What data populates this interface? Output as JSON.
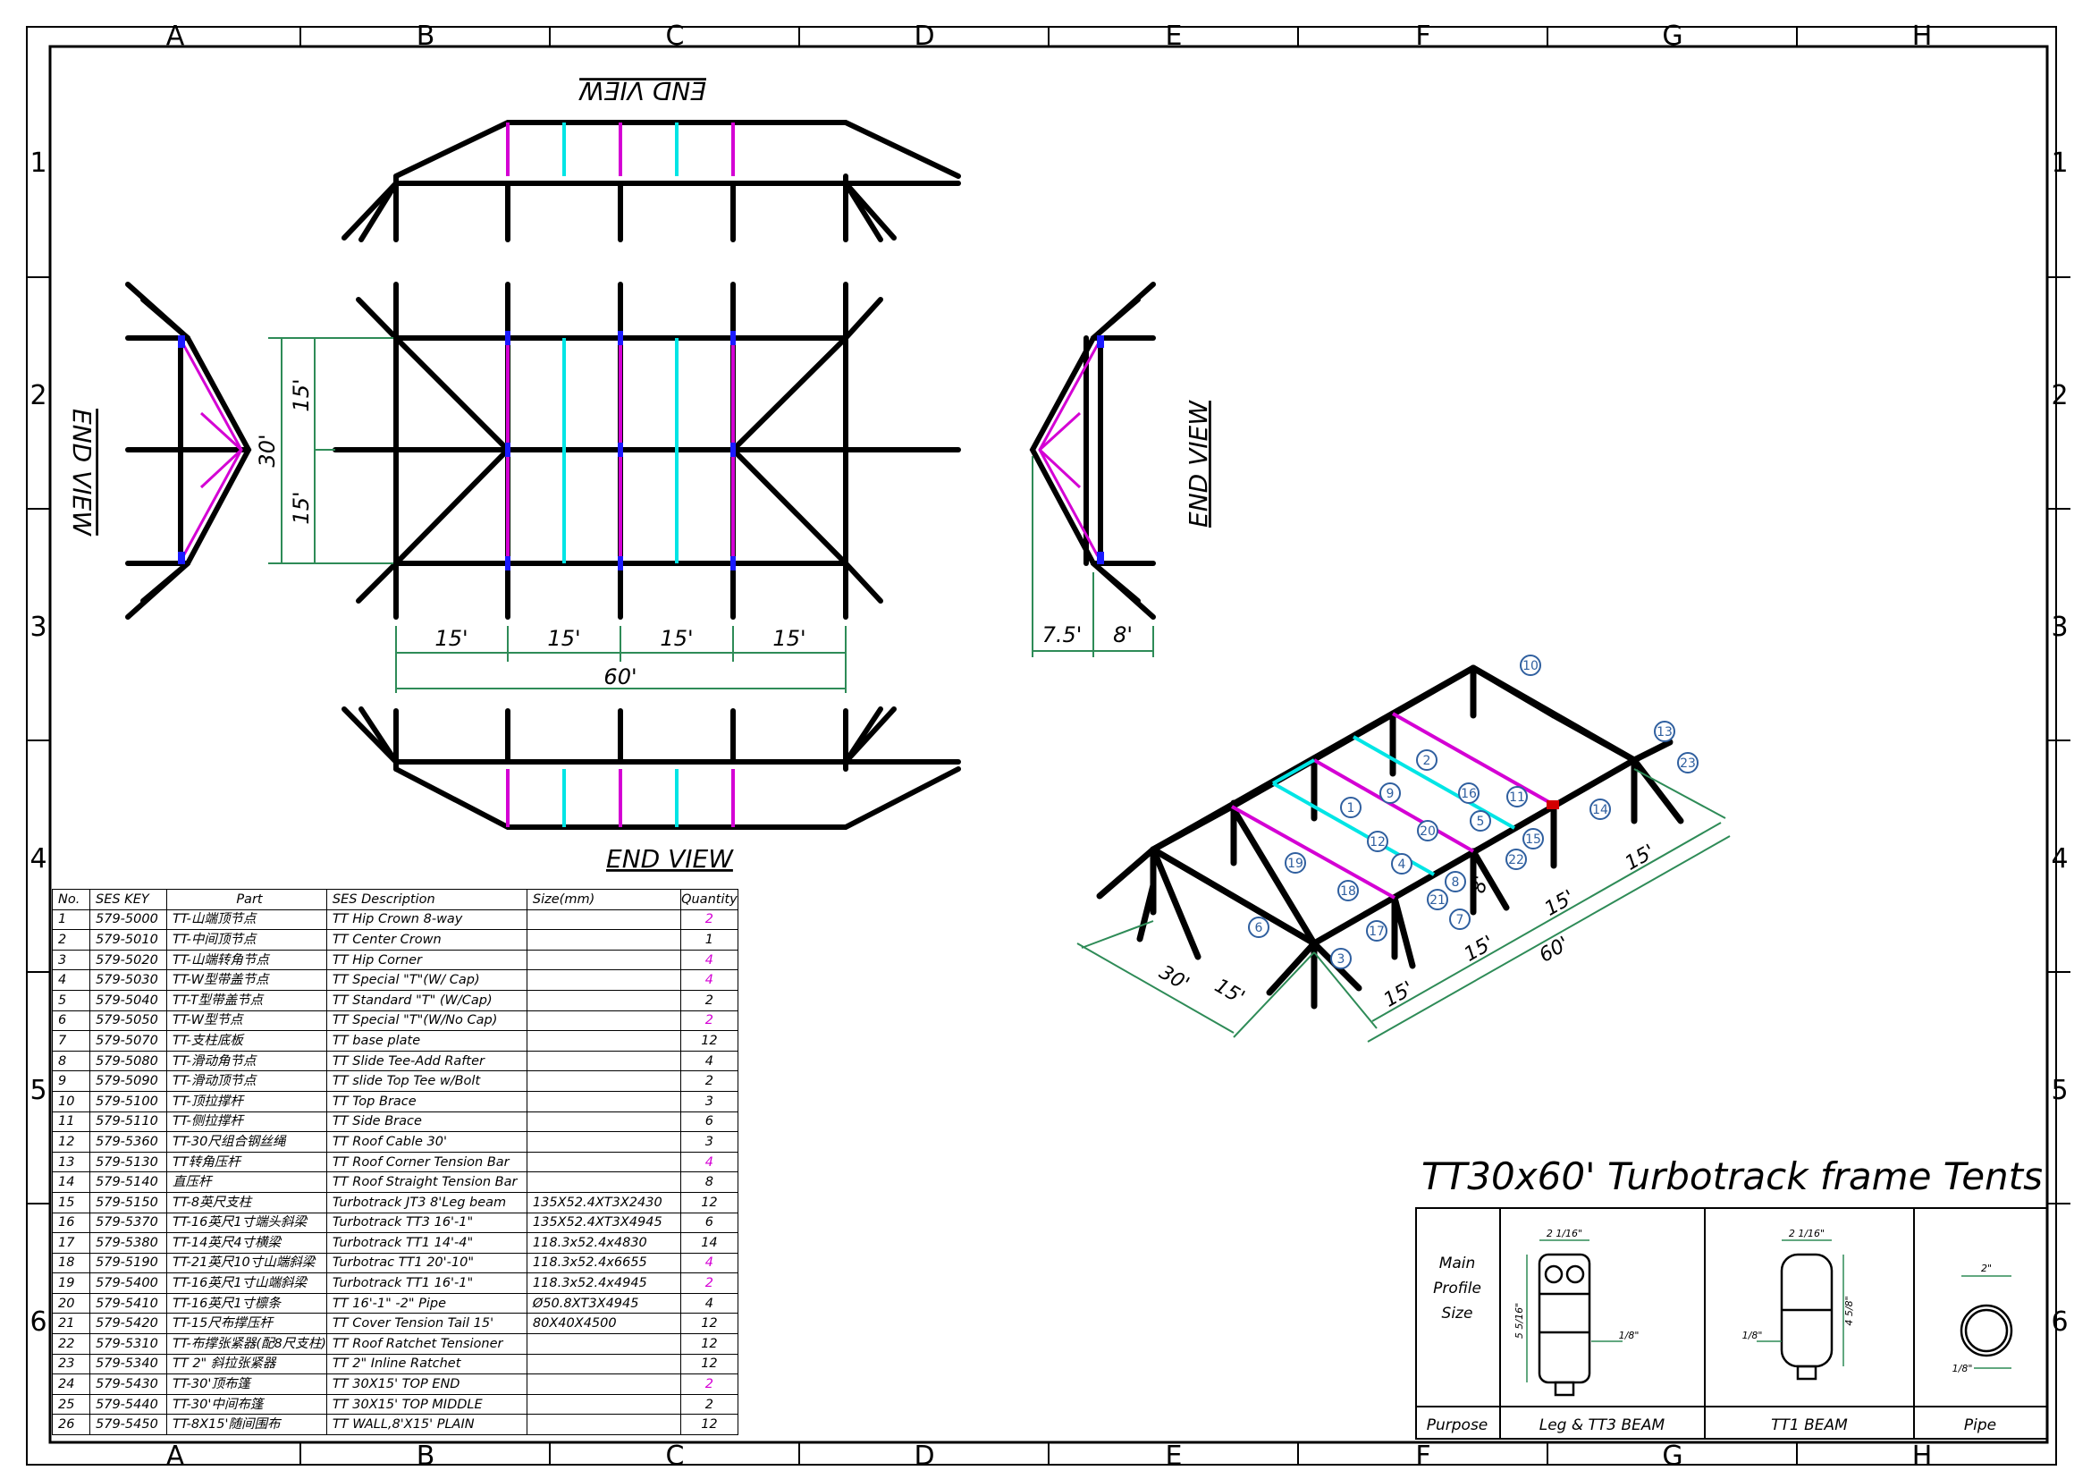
{
  "frame": {
    "columns": [
      "A",
      "B",
      "C",
      "D",
      "E",
      "F",
      "G",
      "H"
    ],
    "rows": [
      "1",
      "2",
      "3",
      "4",
      "5",
      "6"
    ]
  },
  "views": {
    "end_view_top": "END VIEW",
    "end_view_bottom": "END VIEW",
    "end_view_left": "END VIEW",
    "end_view_right": "END VIEW"
  },
  "dimensions": {
    "bay_1": "15'",
    "bay_2": "15'",
    "bay_3": "15'",
    "bay_4": "15'",
    "overall_length": "60'",
    "width_upper": "15'",
    "width_lower": "15'",
    "overall_width": "30'",
    "end_depth": "7.5'",
    "leg_height": "8'",
    "iso_width_30": "30'",
    "iso_width_15": "15'",
    "iso_bay_1": "15'",
    "iso_bay_2": "15'",
    "iso_bay_3": "15'",
    "iso_bay_4": "15'",
    "iso_length": "60'",
    "iso_height": "8'"
  },
  "callouts": [
    "1",
    "2",
    "3",
    "4",
    "5",
    "6",
    "7",
    "8",
    "9",
    "10",
    "11",
    "12",
    "13",
    "14",
    "15",
    "16",
    "17",
    "18",
    "19",
    "20",
    "21",
    "22",
    "23"
  ],
  "colors": {
    "frame": "#000000",
    "hip_rafter": "#d400d4",
    "purlin": "#00e5e5",
    "connector": "#1a1aff",
    "dimension": "#2e8b57",
    "callout": "#2f5f9f"
  },
  "bom": {
    "headers": [
      "No.",
      "SES KEY",
      "Part",
      "SES Description",
      "Size(mm)",
      "Quantity"
    ],
    "rows": [
      {
        "no": "1",
        "key": "579-5000",
        "part": "TT-山端顶节点",
        "desc": "TT Hip Crown 8-way",
        "size": "",
        "qty": "2",
        "mag": true
      },
      {
        "no": "2",
        "key": "579-5010",
        "part": "TT-中间顶节点",
        "desc": "TT Center Crown",
        "size": "",
        "qty": "1",
        "mag": false
      },
      {
        "no": "3",
        "key": "579-5020",
        "part": "TT-山端转角节点",
        "desc": "TT Hip Corner",
        "size": "",
        "qty": "4",
        "mag": true
      },
      {
        "no": "4",
        "key": "579-5030",
        "part": "TT-W型带盖节点",
        "desc": "TT Special \"T\"(W/ Cap)",
        "size": "",
        "qty": "4",
        "mag": true
      },
      {
        "no": "5",
        "key": "579-5040",
        "part": "TT-T型带盖节点",
        "desc": "TT Standard \"T\" (W/Cap)",
        "size": "",
        "qty": "2",
        "mag": false
      },
      {
        "no": "6",
        "key": "579-5050",
        "part": "TT-W型节点",
        "desc": "TT Special \"T\"(W/No Cap)",
        "size": "",
        "qty": "2",
        "mag": true
      },
      {
        "no": "7",
        "key": "579-5070",
        "part": "TT-支柱底板",
        "desc": "TT base plate",
        "size": "",
        "qty": "12",
        "mag": false
      },
      {
        "no": "8",
        "key": "579-5080",
        "part": "TT-滑动角节点",
        "desc": "TT Slide Tee-Add Rafter",
        "size": "",
        "qty": "4",
        "mag": false
      },
      {
        "no": "9",
        "key": "579-5090",
        "part": "TT-滑动顶节点",
        "desc": "TT slide Top Tee w/Bolt",
        "size": "",
        "qty": "2",
        "mag": false
      },
      {
        "no": "10",
        "key": "579-5100",
        "part": "TT-顶拉撑杆",
        "desc": "TT Top Brace",
        "size": "",
        "qty": "3",
        "mag": false
      },
      {
        "no": "11",
        "key": "579-5110",
        "part": "TT-侧拉撑杆",
        "desc": "TT Side  Brace",
        "size": "",
        "qty": "6",
        "mag": false
      },
      {
        "no": "12",
        "key": "579-5360",
        "part": "TT-30尺组合钢丝绳",
        "desc": "TT Roof Cable 30'",
        "size": "",
        "qty": "3",
        "mag": false
      },
      {
        "no": "13",
        "key": "579-5130",
        "part": "TT转角压杆",
        "desc": "TT Roof Corner Tension Bar",
        "size": "",
        "qty": "4",
        "mag": true
      },
      {
        "no": "14",
        "key": "579-5140",
        "part": "直压杆",
        "desc": "TT Roof Straight Tension Bar",
        "size": "",
        "qty": "8",
        "mag": false
      },
      {
        "no": "15",
        "key": "579-5150",
        "part": "TT-8英尺支柱",
        "desc": "Turbotrack JT3 8'Leg beam",
        "size": "135X52.4XT3X2430",
        "qty": "12",
        "mag": false
      },
      {
        "no": "16",
        "key": "579-5370",
        "part": "TT-16英尺1寸端头斜梁",
        "desc": "Turbotrack TT3 16'-1\"",
        "size": "135X52.4XT3X4945",
        "qty": "6",
        "mag": false
      },
      {
        "no": "17",
        "key": "579-5380",
        "part": "TT-14英尺4寸横梁",
        "desc": "Turbotrack TT1 14'-4\"",
        "size": "118.3x52.4x4830",
        "qty": "14",
        "mag": false
      },
      {
        "no": "18",
        "key": "579-5190",
        "part": "TT-21英尺10寸山端斜梁",
        "desc": "Turbotrac TT1 20'-10\"",
        "size": "118.3x52.4x6655",
        "qty": "4",
        "mag": true
      },
      {
        "no": "19",
        "key": "579-5400",
        "part": "TT-16英尺1寸山端斜梁",
        "desc": "Turbotrack TT1 16'-1\"",
        "size": "118.3x52.4x4945",
        "qty": "2",
        "mag": true
      },
      {
        "no": "20",
        "key": "579-5410",
        "part": "TT-16英尺1寸檩条",
        "desc": "TT 16'-1\" -2\" Pipe",
        "size": "Ø50.8XT3X4945",
        "qty": "4",
        "mag": false
      },
      {
        "no": "21",
        "key": "579-5420",
        "part": "TT-15尺布撑压杆",
        "desc": "TT Cover Tension Tail 15'",
        "size": "80X40X4500",
        "qty": "12",
        "mag": false
      },
      {
        "no": "22",
        "key": "579-5310",
        "part": "TT-布撑张紧器(配8尺支柱)",
        "desc": "TT Roof Ratchet Tensioner",
        "size": "",
        "qty": "12",
        "mag": false
      },
      {
        "no": "23",
        "key": "579-5340",
        "part": "TT 2\" 斜拉张紧器",
        "desc": "TT 2\" Inline Ratchet",
        "size": "",
        "qty": "12",
        "mag": false
      },
      {
        "no": "24",
        "key": "579-5430",
        "part": "TT-30'顶布篷",
        "desc": "TT 30X15' TOP END",
        "size": "",
        "qty": "2",
        "mag": true
      },
      {
        "no": "25",
        "key": "579-5440",
        "part": "TT-30'中间布篷",
        "desc": "TT 30X15' TOP MIDDLE",
        "size": "",
        "qty": "2",
        "mag": false
      },
      {
        "no": "26",
        "key": "579-5450",
        "part": "TT-8X15'随间围布",
        "desc": "TT WALL,8'X15' PLAIN",
        "size": "",
        "qty": "12",
        "mag": false
      }
    ]
  },
  "title": "TT30x60' Turbotrack frame Tents",
  "profiles": {
    "row_label": "Main\nProfile\nSize",
    "purpose_label": "Purpose",
    "leg": {
      "purpose": "Leg & TT3 BEAM",
      "width": "2 1/16\"",
      "height": "5 5/16\"",
      "wall": "1/8\""
    },
    "tt1": {
      "purpose": "TT1 BEAM",
      "width": "2 1/16\"",
      "height": "4 5/8\"",
      "wall": "1/8\""
    },
    "pipe": {
      "purpose": "Pipe",
      "diameter": "2\"",
      "wall": "1/8\""
    }
  }
}
